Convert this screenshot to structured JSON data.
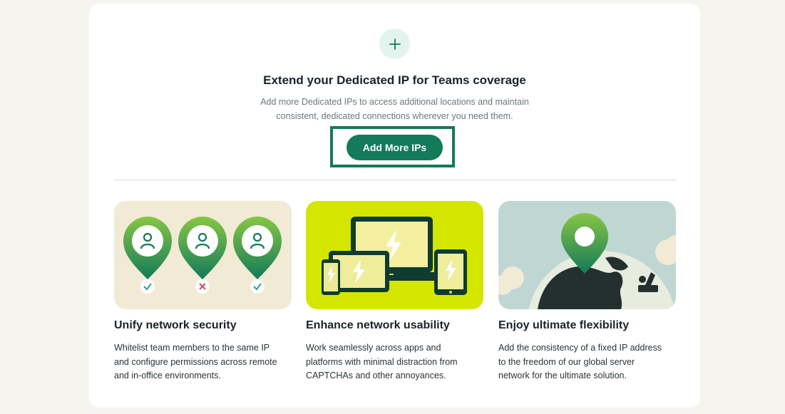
{
  "hero": {
    "plus_icon": "plus-icon",
    "title": "Extend your Dedicated IP for Teams coverage",
    "subtitle_line1": "Add more Dedicated IPs to access additional locations and maintain",
    "subtitle_line2": "consistent, dedicated connections wherever you need them.",
    "button_label": "Add More IPs"
  },
  "features": [
    {
      "illustration": "location-pins-with-users-illustration",
      "title": "Unify network security",
      "desc_lines": [
        "Whitelist team members to the same IP",
        "and configure permissions across remote",
        "and in-office environments."
      ]
    },
    {
      "illustration": "devices-lightning-illustration",
      "title": "Enhance network usability",
      "desc_lines": [
        "Work seamlessly across apps and",
        "platforms with minimal distraction from",
        "CAPTCHAs and other annoyances."
      ]
    },
    {
      "illustration": "globe-location-pin-illustration",
      "title": "Enjoy ultimate flexibility",
      "desc_lines": [
        "Add the consistency of a fixed IP address",
        "to the freedom of our global server",
        "network for the ultimate solution."
      ]
    }
  ],
  "colors": {
    "accent": "#137a5a",
    "lime": "#d4e600",
    "page_bg": "#f6f4ee"
  }
}
